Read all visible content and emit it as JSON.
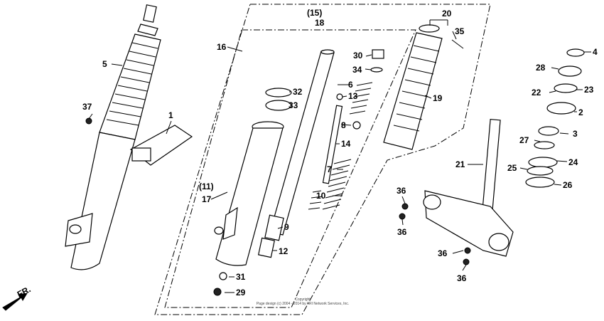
{
  "diagram": {
    "callouts": [
      {
        "id": "c1",
        "text": "1"
      },
      {
        "id": "c2",
        "text": "2"
      },
      {
        "id": "c3",
        "text": "3"
      },
      {
        "id": "c4",
        "text": "4"
      },
      {
        "id": "c5",
        "text": "5"
      },
      {
        "id": "c6",
        "text": "6"
      },
      {
        "id": "c7",
        "text": "7"
      },
      {
        "id": "c8",
        "text": "8"
      },
      {
        "id": "c9",
        "text": "9"
      },
      {
        "id": "c10",
        "text": "10"
      },
      {
        "id": "c11",
        "text": "(11)"
      },
      {
        "id": "c12",
        "text": "12"
      },
      {
        "id": "c13",
        "text": "13"
      },
      {
        "id": "c14",
        "text": "14"
      },
      {
        "id": "c15",
        "text": "(15)"
      },
      {
        "id": "c16",
        "text": "16"
      },
      {
        "id": "c17",
        "text": "17"
      },
      {
        "id": "c18",
        "text": "18"
      },
      {
        "id": "c19",
        "text": "19"
      },
      {
        "id": "c20",
        "text": "20"
      },
      {
        "id": "c21",
        "text": "21"
      },
      {
        "id": "c22",
        "text": "22"
      },
      {
        "id": "c23",
        "text": "23"
      },
      {
        "id": "c24",
        "text": "24"
      },
      {
        "id": "c25",
        "text": "25"
      },
      {
        "id": "c26",
        "text": "26"
      },
      {
        "id": "c27",
        "text": "27"
      },
      {
        "id": "c28",
        "text": "28"
      },
      {
        "id": "c29",
        "text": "29"
      },
      {
        "id": "c30",
        "text": "30"
      },
      {
        "id": "c31",
        "text": "31"
      },
      {
        "id": "c32",
        "text": "32"
      },
      {
        "id": "c33",
        "text": "33"
      },
      {
        "id": "c34",
        "text": "34"
      },
      {
        "id": "c35",
        "text": "35"
      },
      {
        "id": "c36a",
        "text": "36"
      },
      {
        "id": "c36b",
        "text": "36"
      },
      {
        "id": "c36c",
        "text": "36"
      },
      {
        "id": "c36d",
        "text": "36"
      },
      {
        "id": "c37",
        "text": "37"
      }
    ],
    "front_indicator": "FR.",
    "copyright_line1": "Copyright",
    "copyright_line2": "Page design (c) 2004 - 2014 by ARI Network Services, Inc."
  },
  "colors": {
    "ink": "#000000",
    "background": "#ffffff"
  }
}
